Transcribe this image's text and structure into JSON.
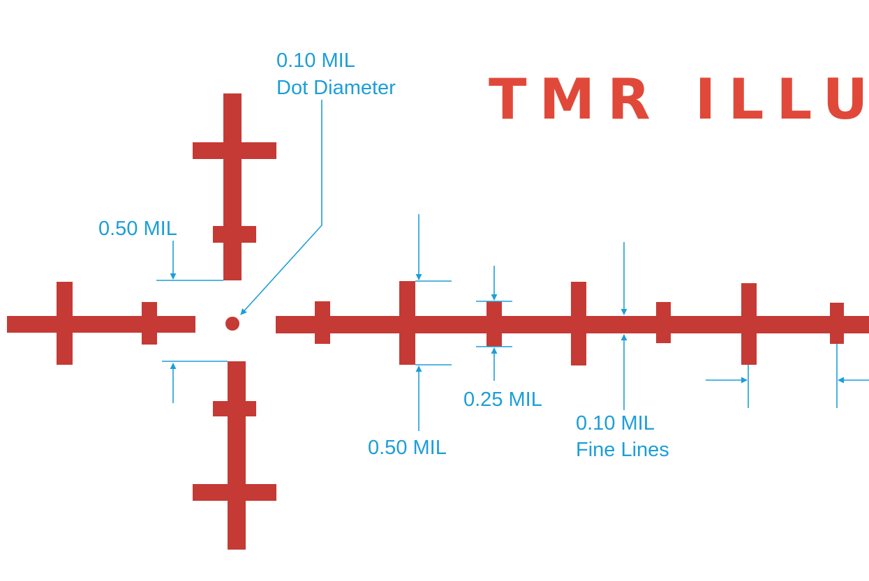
{
  "colors": {
    "reticle": "#c53a35",
    "annotation": "#1c9ed8",
    "background": "#ffffff"
  },
  "title": "TMR ILLUM.",
  "labels": {
    "dot_value": "0.10 MIL",
    "dot_caption": "Dot Diameter",
    "gap_vertical": "0.50 MIL",
    "major_hash": "0.50 MIL",
    "minor_hash": "0.25 MIL",
    "fine_value": "0.10 MIL",
    "fine_caption": "Fine Lines"
  }
}
